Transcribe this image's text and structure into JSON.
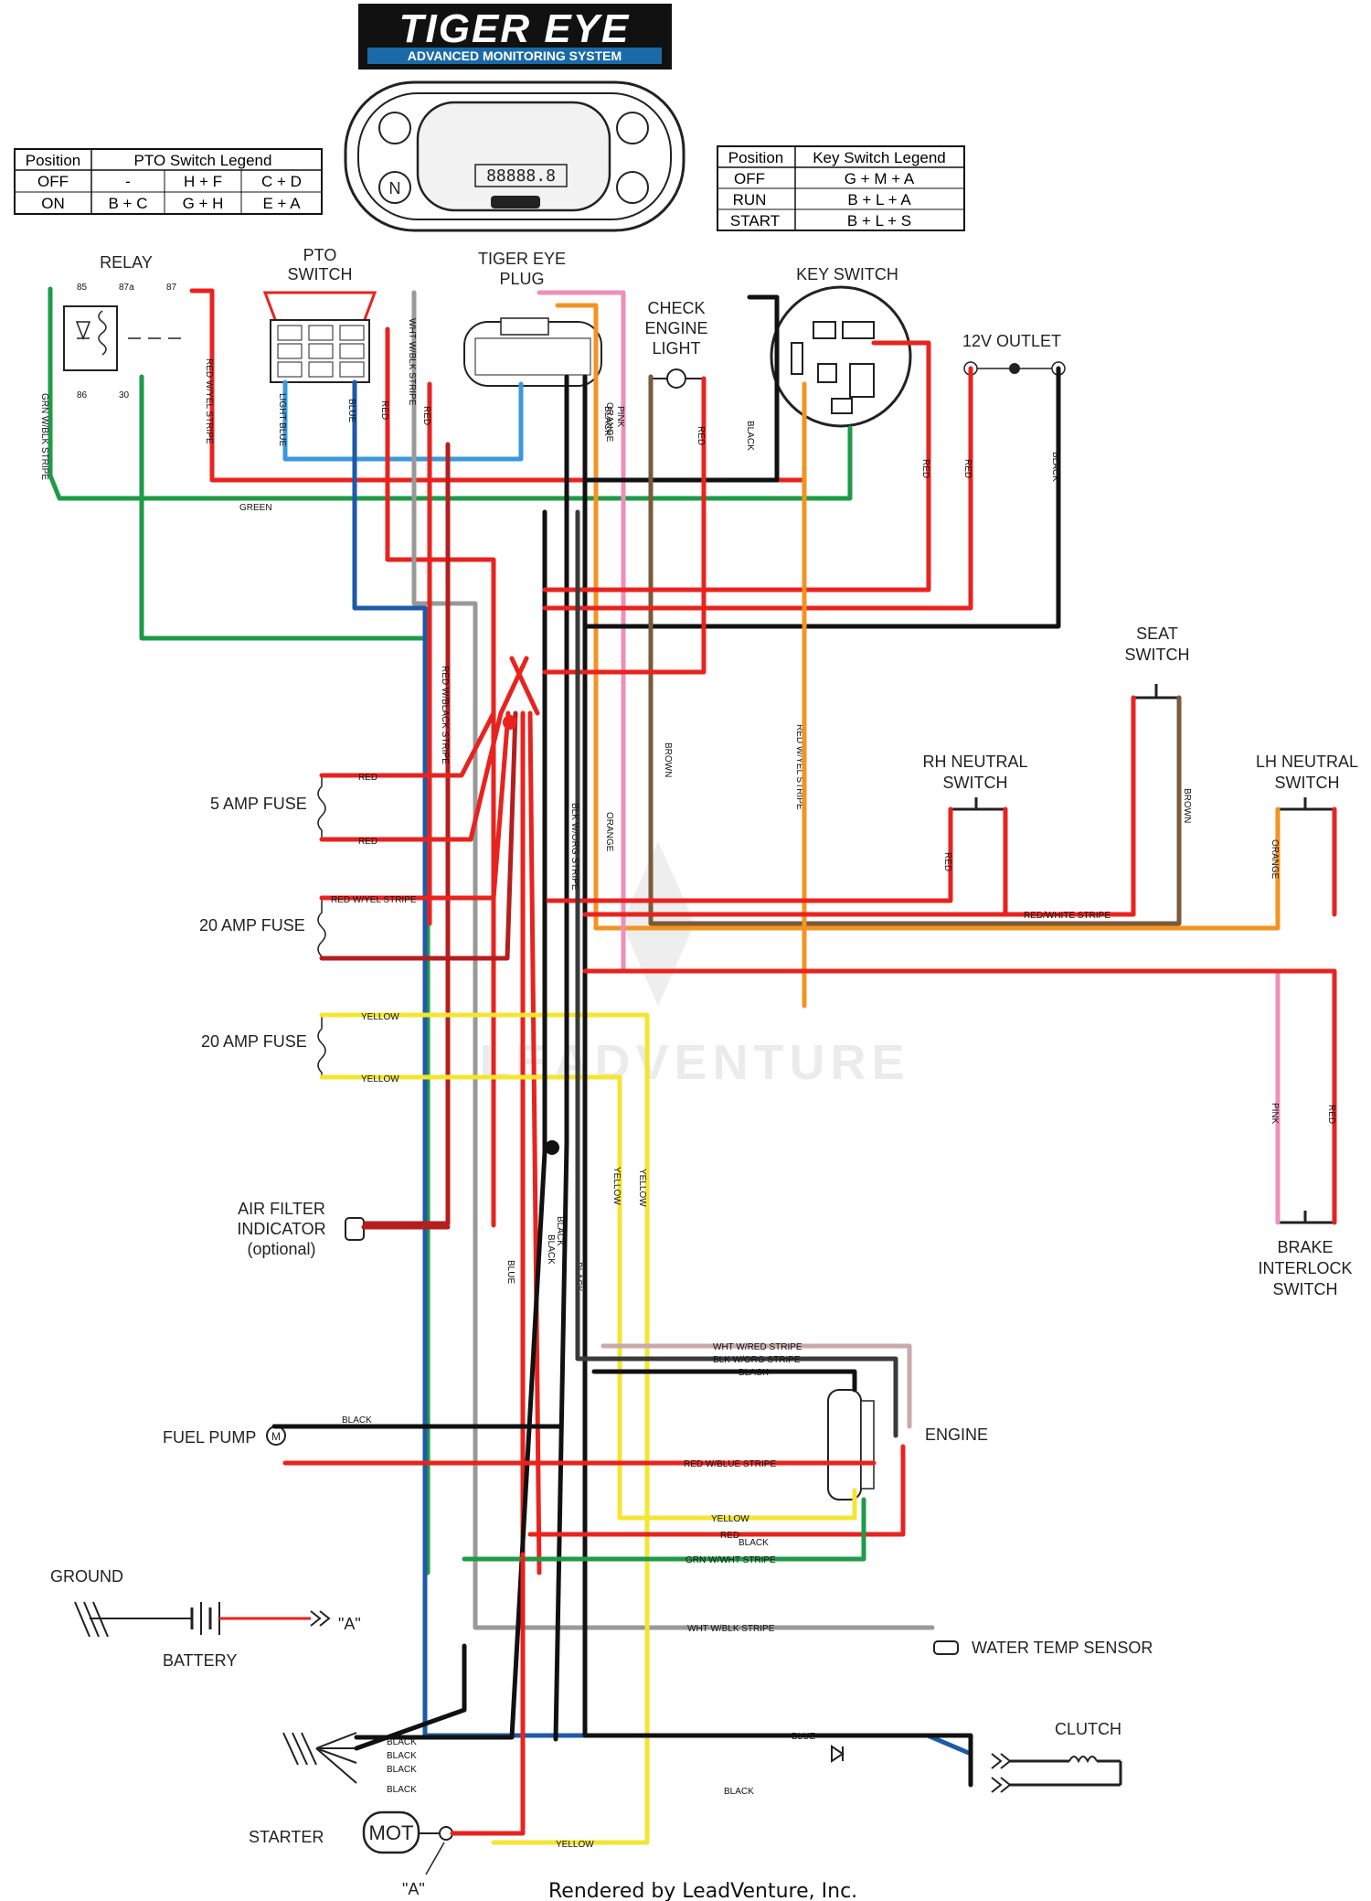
{
  "logo": {
    "title": "TIGER EYE",
    "subtitle": "ADVANCED MONITORING SYSTEM"
  },
  "pto_legend": {
    "headers": [
      "Position",
      "PTO Switch Legend"
    ],
    "rows": [
      [
        "OFF",
        "-",
        "H + F",
        "C + D"
      ],
      [
        "ON",
        "B + C",
        "G + H",
        "E + A"
      ]
    ]
  },
  "key_legend": {
    "headers": [
      "Position",
      "Key Switch Legend"
    ],
    "rows": [
      [
        "OFF",
        "G + M + A"
      ],
      [
        "RUN",
        "B + L + A"
      ],
      [
        "START",
        "B + L + S"
      ]
    ]
  },
  "labels": {
    "relay": "RELAY",
    "pto_switch_1": "PTO",
    "pto_switch_2": "SWITCH",
    "tiger_plug_1": "TIGER EYE",
    "tiger_plug_2": "PLUG",
    "check_1": "CHECK",
    "check_2": "ENGINE",
    "check_3": "LIGHT",
    "key_switch": "KEY SWITCH",
    "outlet": "12V OUTLET",
    "seat_1": "SEAT",
    "seat_2": "SWITCH",
    "rh_1": "RH NEUTRAL",
    "rh_2": "SWITCH",
    "lh_1": "LH NEUTRAL",
    "lh_2": "SWITCH",
    "fuse5": "5 AMP FUSE",
    "fuse20a": "20 AMP FUSE",
    "fuse20b": "20 AMP FUSE",
    "air_1": "AIR FILTER",
    "air_2": "INDICATOR",
    "air_3": "(optional)",
    "brake_1": "BRAKE",
    "brake_2": "INTERLOCK",
    "brake_3": "SWITCH",
    "engine": "ENGINE",
    "fuel_pump": "FUEL PUMP",
    "ground": "GROUND",
    "battery": "BATTERY",
    "a_ref": "\"A\"",
    "water_temp": "WATER TEMP SENSOR",
    "clutch": "CLUTCH",
    "starter": "STARTER",
    "mot": "MOT",
    "footer": "Rendered by LeadVenture, Inc.",
    "relay_85": "85",
    "relay_87a": "87a",
    "relay_87": "87",
    "relay_86": "86",
    "relay_30": "30",
    "watermark": "LEADVENTURE"
  },
  "wire_labels": {
    "grn_blk": "GRN W/BLK STRIPE",
    "green": "GREEN",
    "red_yel": "RED W/YEL STRIPE",
    "light_blue": "LIGHT BLUE",
    "blue": "BLUE",
    "red": "RED",
    "wht_blk": "WHT W/BLK STRIPE",
    "orange": "ORANGE",
    "black": "BLACK",
    "pink": "PINK",
    "brown": "BROWN",
    "red_blk": "RED W/BLACK STRIPE",
    "blk_org": "BLK W/ORG STRIPE",
    "red_white": "RED/WHITE STRIPE",
    "red_yel_short": "RED W/YEL STRIPE",
    "yellow": "YELLOW",
    "wht_red": "WHT W/RED STRIPE",
    "red_blue": "RED W/BLUE STRIPE",
    "grn_wht": "GRN W/WHT STRIPE"
  },
  "colors": {
    "red": "#e8231f",
    "darkred": "#b51e1e",
    "green": "#1f9a47",
    "blue": "#1e5aa8",
    "lightblue": "#3a9ad9",
    "orange": "#f39321",
    "pink": "#ee8fba",
    "yellow": "#f4e532",
    "black": "#111111",
    "brown": "#7a5a3a",
    "gray": "#888888"
  }
}
